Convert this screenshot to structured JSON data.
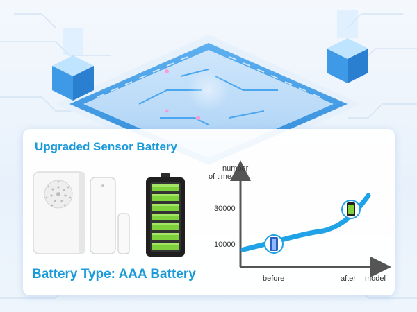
{
  "card": {
    "title": "Upgraded Sensor Battery",
    "battery_type": "Battery Type: AAA Battery"
  },
  "chart_data": {
    "type": "line",
    "ylabel": "number of time",
    "xlabel": "model",
    "y_ticks": [
      "30000",
      "10000"
    ],
    "x_categories": [
      "before",
      "after"
    ],
    "trend": "increasing"
  },
  "colors": {
    "accent": "#1a9ad8",
    "curve": "#1fa3e6",
    "battery_green": "#7fd13b"
  },
  "icons": [
    "hub-device-icon",
    "door-sensor-icon",
    "battery-charged-icon",
    "aaa-battery-icon"
  ]
}
